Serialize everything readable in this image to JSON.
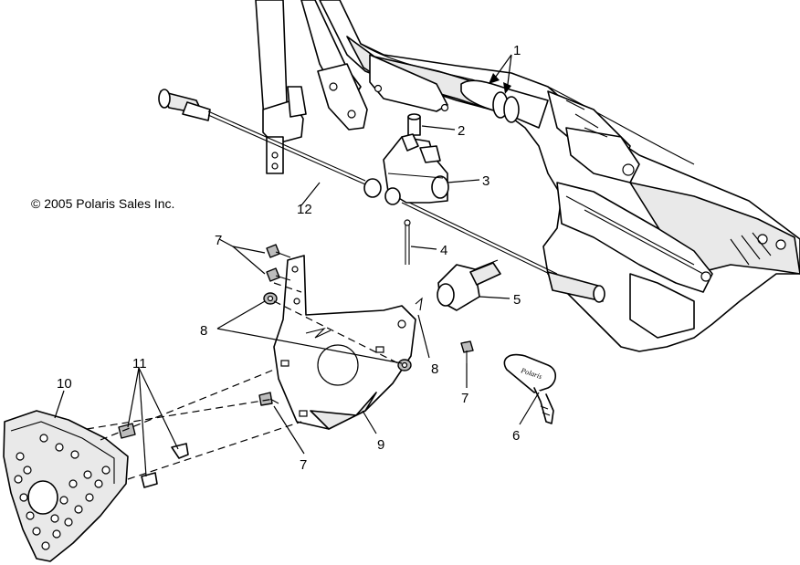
{
  "copyright": "© 2005 Polaris Sales Inc.",
  "callouts": {
    "c1": "1",
    "c2": "2",
    "c3": "3",
    "c4": "4",
    "c5": "5",
    "c6": "6",
    "c7a": "7",
    "c7b": "7",
    "c7c": "7",
    "c8a": "8",
    "c8b": "8",
    "c9": "9",
    "c10": "10",
    "c11": "11",
    "c12": "12"
  },
  "key_brand": "Polaris"
}
